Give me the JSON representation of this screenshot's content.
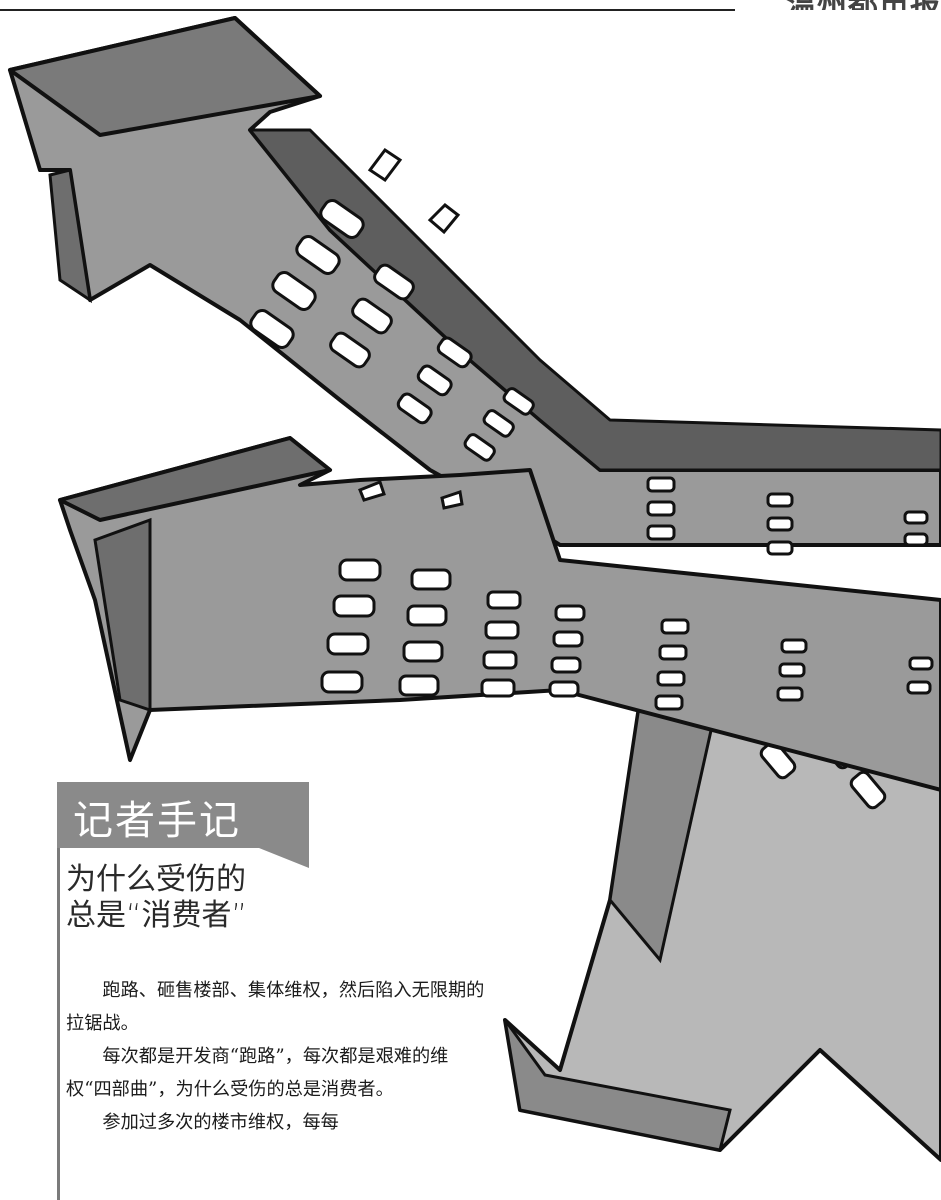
{
  "masthead": {
    "fragment": "温州都市报"
  },
  "sidebar": {
    "label": "记者手记",
    "subtitle_lines": [
      "为什么受伤的",
      "总是“消费者”"
    ],
    "paragraphs": [
      "跑路、砸售楼部、集体维权，然后陷入无限期的拉锯战。",
      "每次都是开发商“跑路”，每次都是艰难的维权“四部曲”，为什么受伤的总是消费者。",
      "参加过多次的楼市维权，每每"
    ]
  },
  "colors": {
    "label_bg": "#8a8a8a",
    "building_dark": "#6e6e6e",
    "building_mid": "#9a9a9a",
    "building_light": "#c4c4c4",
    "outline": "#111111"
  }
}
